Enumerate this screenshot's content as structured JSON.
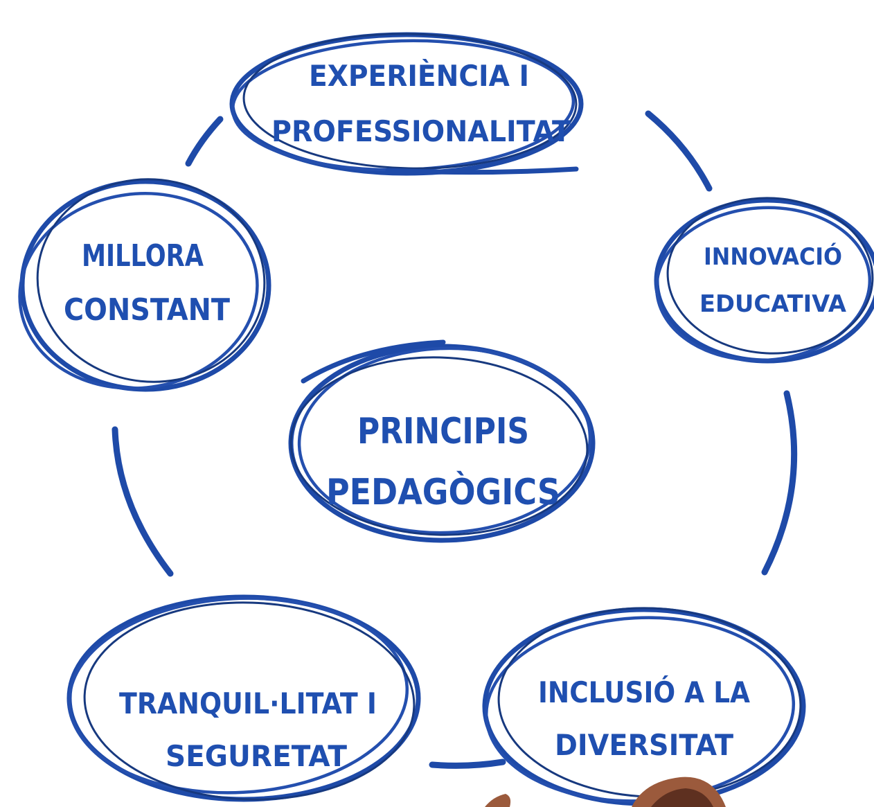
{
  "diagram": {
    "center": {
      "lines": [
        "PRINCIPIS",
        "PEDAGÒGICS"
      ]
    },
    "nodes": [
      {
        "id": "experiencia",
        "lines": [
          "EXPERIÈNCIA I",
          "PROFESSIONALITAT"
        ]
      },
      {
        "id": "innovacio",
        "lines": [
          "INNOVACIÓ",
          "EDUCATIVA"
        ]
      },
      {
        "id": "inclusio",
        "lines": [
          "INCLUSIÓ A LA",
          "DIVERSITAT"
        ]
      },
      {
        "id": "tranquil",
        "lines": [
          "TRANQUIL·LITAT I",
          "SEGURETAT"
        ]
      },
      {
        "id": "millora",
        "lines": [
          "MILLORA",
          "CONSTANT"
        ]
      }
    ],
    "colors": {
      "ink": "#1e4aa8",
      "ink_dark": "#17397f",
      "text": "#1f4fb0",
      "background": "#ffffff"
    }
  }
}
